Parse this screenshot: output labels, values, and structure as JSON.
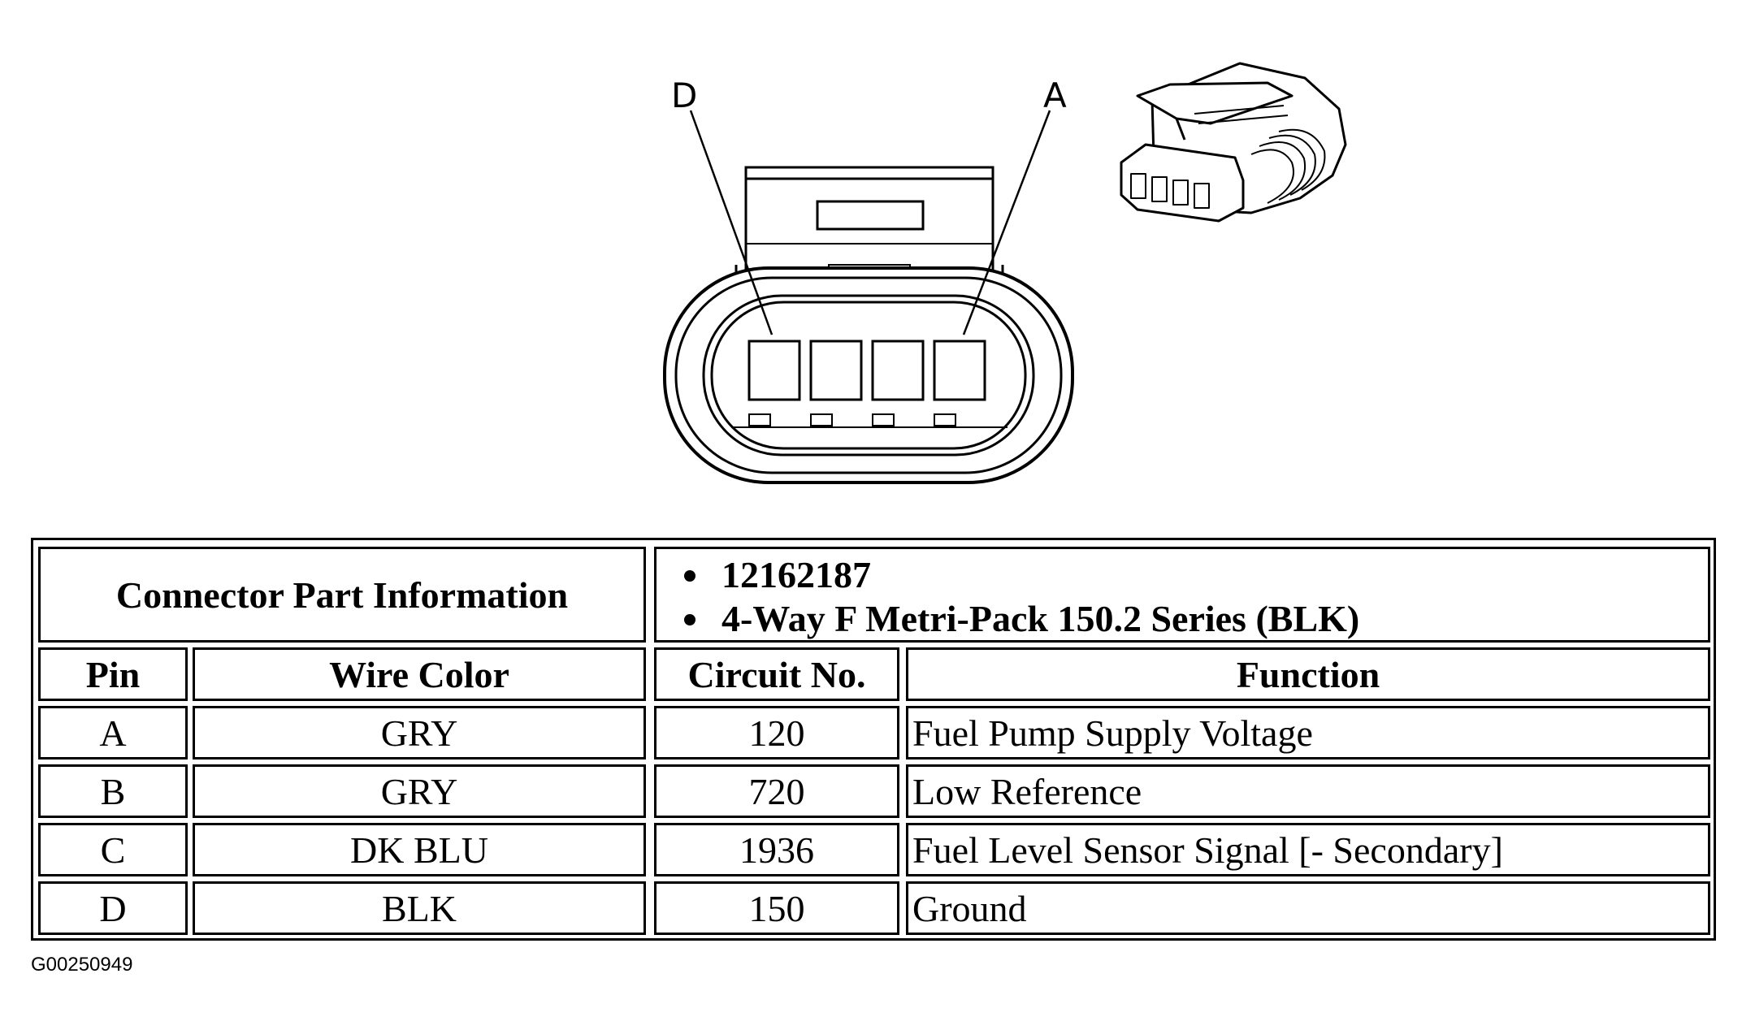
{
  "diagram": {
    "pin_label_left": "D",
    "pin_label_right": "A",
    "cavities": 4
  },
  "table": {
    "part_info_label": "Connector Part Information",
    "part_info_items": [
      "12162187",
      "4-Way F Metri-Pack 150.2 Series (BLK)"
    ],
    "headers": {
      "pin": "Pin",
      "wire_color": "Wire Color",
      "circuit_no": "Circuit No.",
      "function": "Function"
    },
    "rows": [
      {
        "pin": "A",
        "wire_color": "GRY",
        "circuit_no": "120",
        "function": "Fuel Pump Supply Voltage"
      },
      {
        "pin": "B",
        "wire_color": "GRY",
        "circuit_no": "720",
        "function": "Low Reference"
      },
      {
        "pin": "C",
        "wire_color": "DK BLU",
        "circuit_no": "1936",
        "function": "Fuel Level Sensor Signal [- Secondary]"
      },
      {
        "pin": "D",
        "wire_color": "BLK",
        "circuit_no": "150",
        "function": "Ground"
      }
    ]
  },
  "figure_id": "G00250949"
}
